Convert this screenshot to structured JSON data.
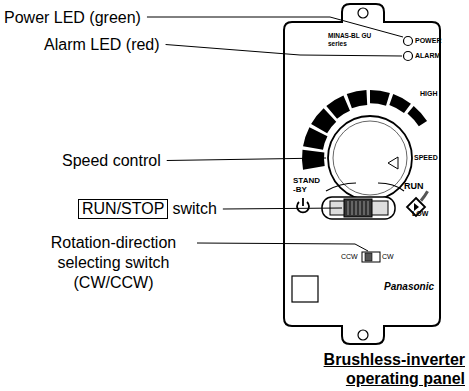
{
  "diagram": {
    "caption": "Brushless-inverter operating panel",
    "nodes": [
      {
        "text": [
          "RUN/STOP"
        ]
      }
    ],
    "labels": [
      "Power LED (green)",
      "Alarm LED (red)",
      "Speed control",
      "switch",
      "Rotation-direction selecting switch (CW/CCW)",
      "MINAS-BL GU series",
      "POWER",
      "ALARM",
      "HIGH",
      "SPEED",
      "LOW",
      "STAND -BY",
      "RUN",
      "CCW",
      "CW",
      "Panasonic"
    ]
  }
}
